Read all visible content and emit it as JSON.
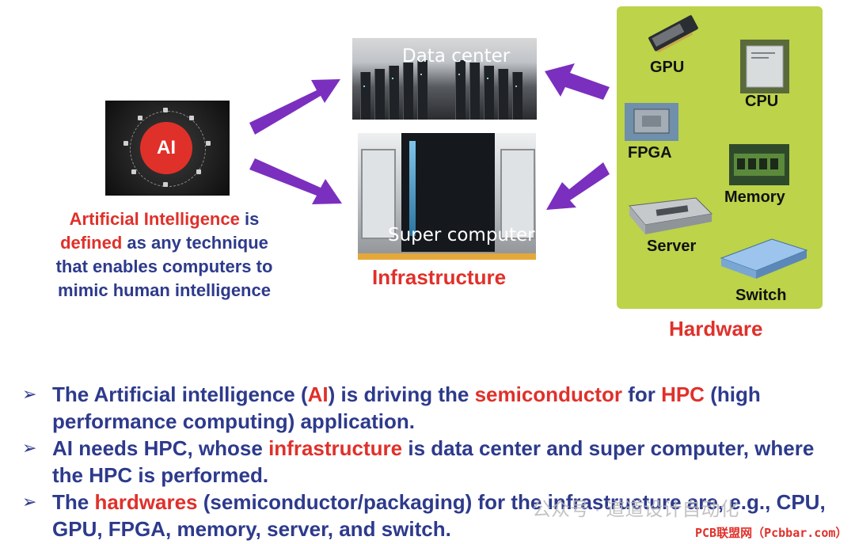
{
  "ai_image": {
    "label": "AI"
  },
  "ai_definition": {
    "part1": "Artificial Intelligence",
    "part2": " is",
    "part3": "defined",
    "part4": " as any technique",
    "line3": "that enables computers to",
    "line4": "mimic human intelligence"
  },
  "infrastructure": {
    "datacenter_label": "Data center",
    "supercomputer_label": "Super computer",
    "title": "Infrastructure"
  },
  "hardware": {
    "title": "Hardware",
    "items": [
      "GPU",
      "CPU",
      "FPGA",
      "Memory",
      "Server",
      "Switch"
    ]
  },
  "bullets": [
    {
      "segments": [
        {
          "text": "The Artificial intelligence (",
          "color": "blue"
        },
        {
          "text": "AI",
          "color": "red"
        },
        {
          "text": ") is driving the ",
          "color": "blue"
        },
        {
          "text": "semiconductor",
          "color": "red"
        },
        {
          "text": " for ",
          "color": "blue"
        },
        {
          "text": "HPC",
          "color": "red"
        },
        {
          "text": " (high performance computing) application.",
          "color": "blue"
        }
      ]
    },
    {
      "segments": [
        {
          "text": "AI needs HPC, whose ",
          "color": "blue"
        },
        {
          "text": "infrastructure",
          "color": "red"
        },
        {
          "text": " is data center and super computer, where the HPC is performed.",
          "color": "blue"
        }
      ]
    },
    {
      "segments": [
        {
          "text": "The ",
          "color": "blue"
        },
        {
          "text": "hardwares",
          "color": "red"
        },
        {
          "text": " (semiconductor/packaging) for the infrastructure are, e.g., CPU, GPU, FPGA, memory, server, and switch.",
          "color": "blue"
        }
      ]
    }
  ],
  "bullet_marker": "➢",
  "watermark": {
    "text1": "公众号 · 道道设计自动化",
    "text2": "PCB联盟网（Pcbbar.com）"
  },
  "colors": {
    "accent_red": "#e0302a",
    "text_blue": "#2d3a8c",
    "arrow_purple": "#7b2fbe",
    "hardware_green": "#bcd34a"
  }
}
